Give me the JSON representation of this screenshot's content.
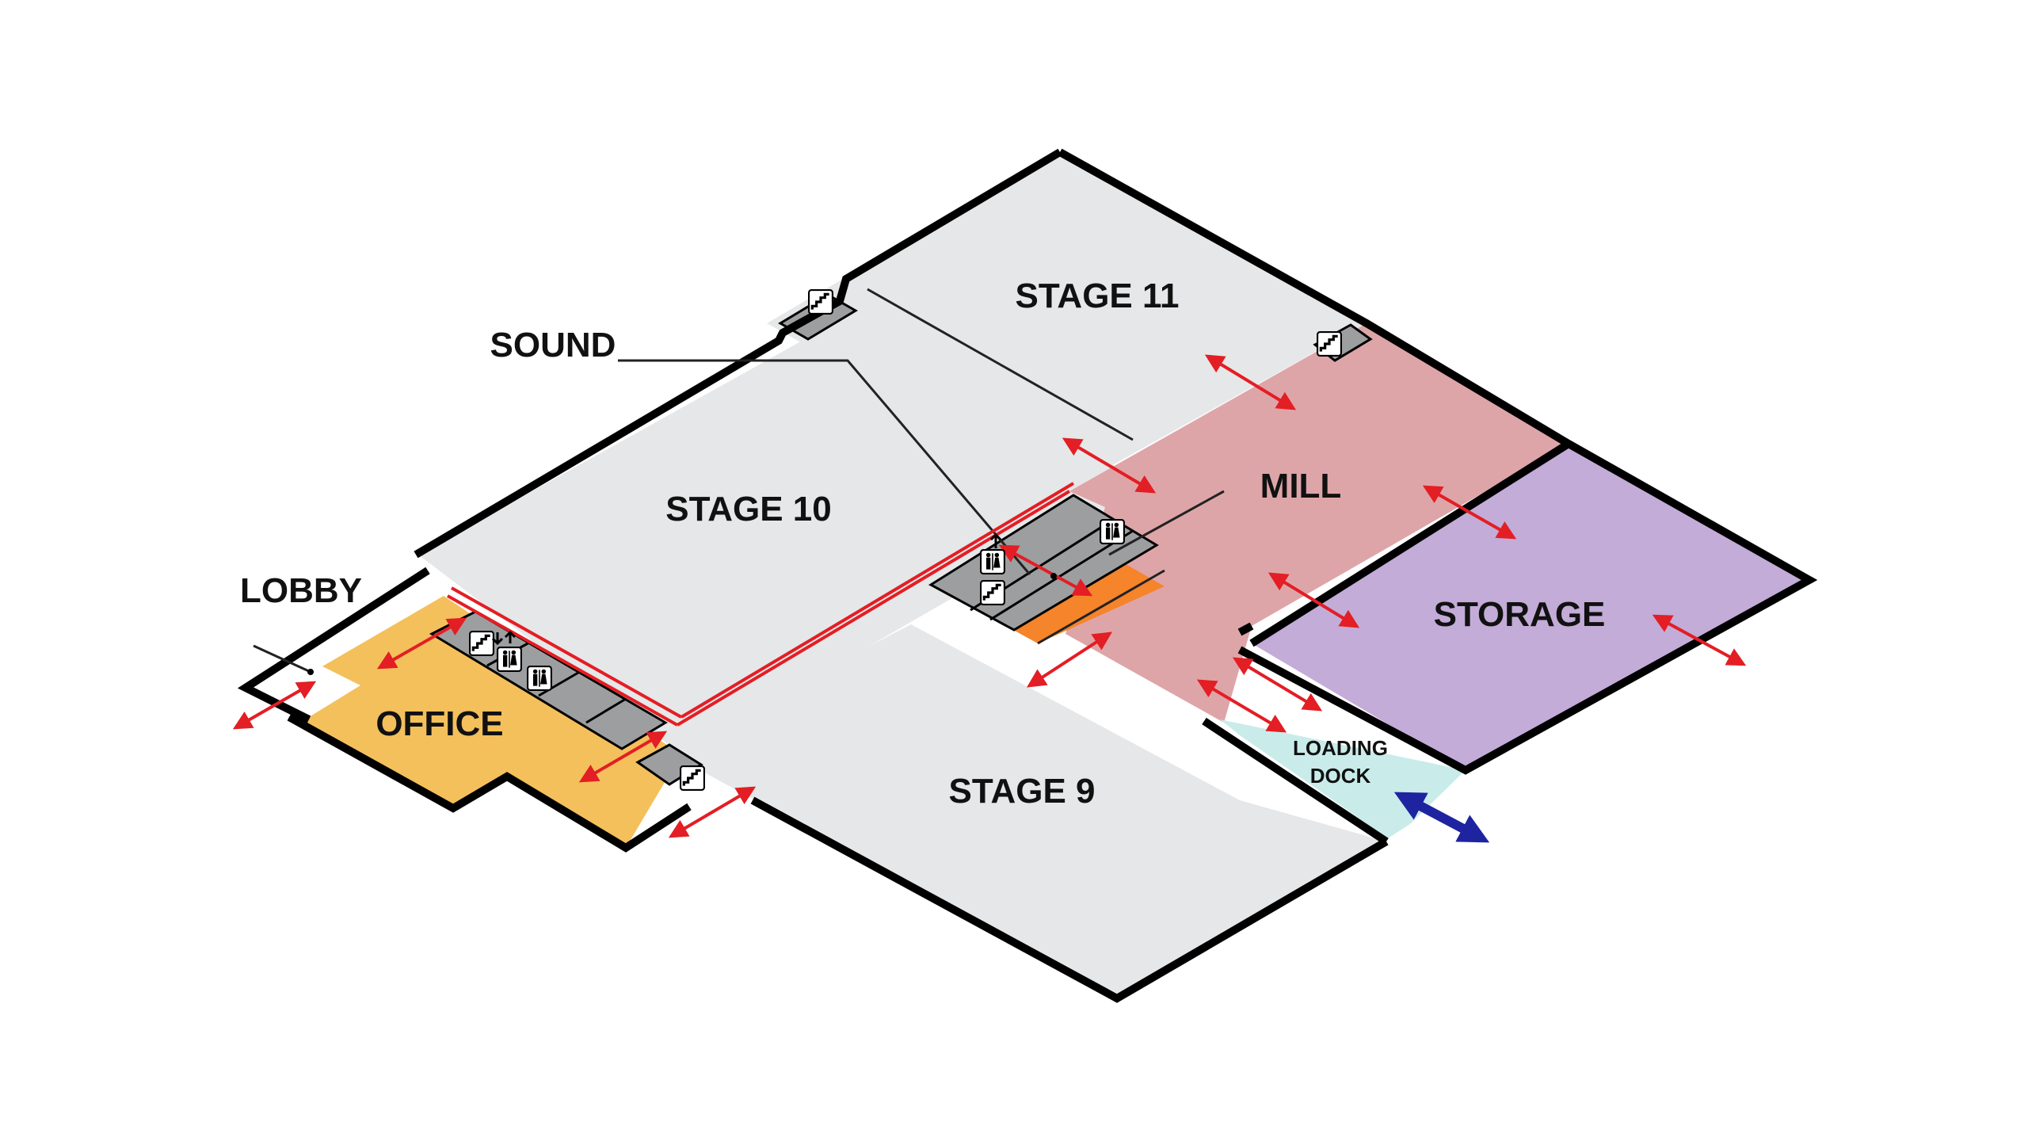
{
  "colors": {
    "stage": "#e6e7e8",
    "office": "#f4c05c",
    "mill": "#dea5a8",
    "storage": "#c3acd8",
    "loading_dock": "#c9ecea",
    "sound": "#f5842a",
    "service": "#9d9e a0",
    "red_arrow": "#e31e24",
    "blue_arrow": "#1e24a0",
    "wall": "#000000"
  },
  "rooms": {
    "stage_11": "STAGE 11",
    "stage_10": "STAGE 10",
    "stage_9": "STAGE 9",
    "mill": "MILL",
    "storage": "STORAGE",
    "office": "OFFICE",
    "loading_dock_line1": "LOADING",
    "loading_dock_line2": "DOCK"
  },
  "callouts": {
    "sound": "SOUND",
    "lobby": "LOBBY"
  },
  "icons": {
    "stairs": "stairs-icon",
    "restroom": "restroom-icon",
    "elevator": "elevator-icon",
    "door": "door-icon",
    "path_arrow": "double-arrow-icon",
    "loading_arrow": "loading-arrow-icon"
  }
}
